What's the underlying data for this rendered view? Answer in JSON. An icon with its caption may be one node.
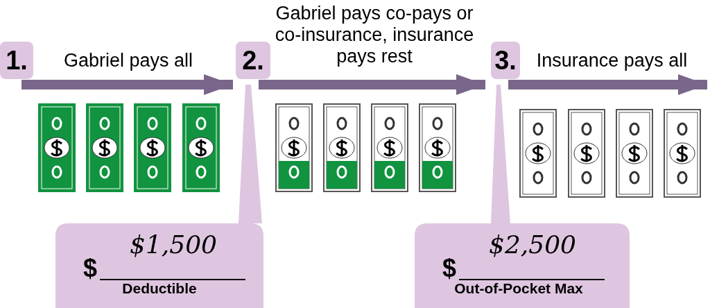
{
  "diagram": {
    "nodes": [
      {
        "text": [
          "1."
        ]
      },
      {
        "text": [
          "2."
        ]
      },
      {
        "text": [
          "3."
        ]
      },
      {
        "text": [
          "$",
          "$1,500",
          "Deductible"
        ]
      },
      {
        "text": [
          "$",
          "$2,500",
          "Out-of-Pocket Max"
        ]
      }
    ],
    "edges": [
      {
        "from": 0,
        "to": 3,
        "arrow": "to",
        "label": "Gabriel pays all"
      },
      {
        "from": 1,
        "to": 4,
        "arrow": "to",
        "label": "Gabriel pays co-pays or co-insurance, insurance pays rest"
      },
      {
        "from": 2,
        "to": null,
        "arrow": "to",
        "label": "Insurance pays all"
      }
    ]
  }
}
